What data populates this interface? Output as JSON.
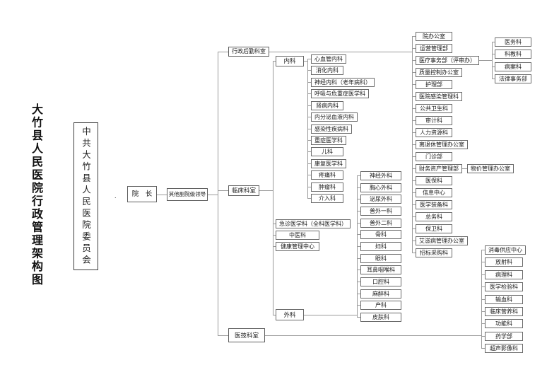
{
  "page": {
    "title": "大竹县人民医院行政管理架构图"
  },
  "committee": {
    "label": "中共大竹县人民医院委员会"
  },
  "president": {
    "label": "院　长"
  },
  "deputy": {
    "label": "其他副院级领导"
  },
  "artifact": {
    "dot": "."
  },
  "colors": {
    "background": "#ffffff",
    "line": "#9a9a9a",
    "box_border": "#6a6a6a",
    "text": "#1a1a1a"
  },
  "tree": {
    "type": "org-tree",
    "branches": [
      {
        "id": "admin-logistics",
        "label": "行政后勤科室",
        "children": [
          {
            "label": "院办公室"
          },
          {
            "label": "运营管理部"
          },
          {
            "label": "医疗事务部（评审办）",
            "children": [
              {
                "label": "医务科"
              },
              {
                "label": "科教科"
              },
              {
                "label": "病案科"
              },
              {
                "label": "法律事务部"
              }
            ]
          },
          {
            "label": "质量控制办公室"
          },
          {
            "label": "护理部"
          },
          {
            "label": "医院感染管理科"
          },
          {
            "label": "公共卫生科"
          },
          {
            "label": "审计科"
          },
          {
            "label": "人力资源科"
          },
          {
            "label": "离退休管理办公室"
          },
          {
            "label": "门诊部"
          },
          {
            "label": "财务资产管理部",
            "children": [
              {
                "label": "物价管理办公室"
              }
            ]
          },
          {
            "label": "医保科"
          },
          {
            "label": "信息中心"
          },
          {
            "label": "医学装备科"
          },
          {
            "label": "总务科"
          },
          {
            "label": "保卫科"
          },
          {
            "label": "艾滋病管理办公室"
          },
          {
            "label": "招标采购科"
          }
        ]
      },
      {
        "id": "clinical",
        "label": "临床科室",
        "children": [
          {
            "label": "内科",
            "children": [
              {
                "label": "心血管内科"
              },
              {
                "label": "消化内科"
              },
              {
                "label": "神经内科（老年病科）"
              },
              {
                "label": "呼吸与危重症医学科"
              },
              {
                "label": "肾病内科"
              },
              {
                "label": "内分泌血液内科"
              },
              {
                "label": "感染性疾病科"
              },
              {
                "label": "重症医学科"
              },
              {
                "label": "儿科"
              },
              {
                "label": "康复医学科"
              },
              {
                "label": "疼痛科"
              },
              {
                "label": "肿瘤科"
              },
              {
                "label": "介入科"
              }
            ]
          },
          {
            "label": "急诊医学科（全科医学科）"
          },
          {
            "label": "中医科"
          },
          {
            "label": "健康管理中心"
          },
          {
            "label": "外科",
            "children": [
              {
                "label": "神经外科"
              },
              {
                "label": "胸心外科"
              },
              {
                "label": "泌尿外科"
              },
              {
                "label": "普外一科"
              },
              {
                "label": "普外二科"
              },
              {
                "label": "骨科"
              },
              {
                "label": "妇科"
              },
              {
                "label": "眼科"
              },
              {
                "label": "耳鼻咽喉科"
              },
              {
                "label": "口腔科"
              },
              {
                "label": "麻醉科"
              },
              {
                "label": "产科"
              },
              {
                "label": "皮肤科"
              }
            ]
          }
        ]
      },
      {
        "id": "medtech",
        "label": "医技科室",
        "children": [
          {
            "label": "消毒供应中心"
          },
          {
            "label": "放射科"
          },
          {
            "label": "病理科"
          },
          {
            "label": "医学检验科"
          },
          {
            "label": "输血科"
          },
          {
            "label": "临床营养科"
          },
          {
            "label": "功能科"
          },
          {
            "label": "药学部"
          },
          {
            "label": "超声影像科"
          }
        ]
      }
    ]
  }
}
